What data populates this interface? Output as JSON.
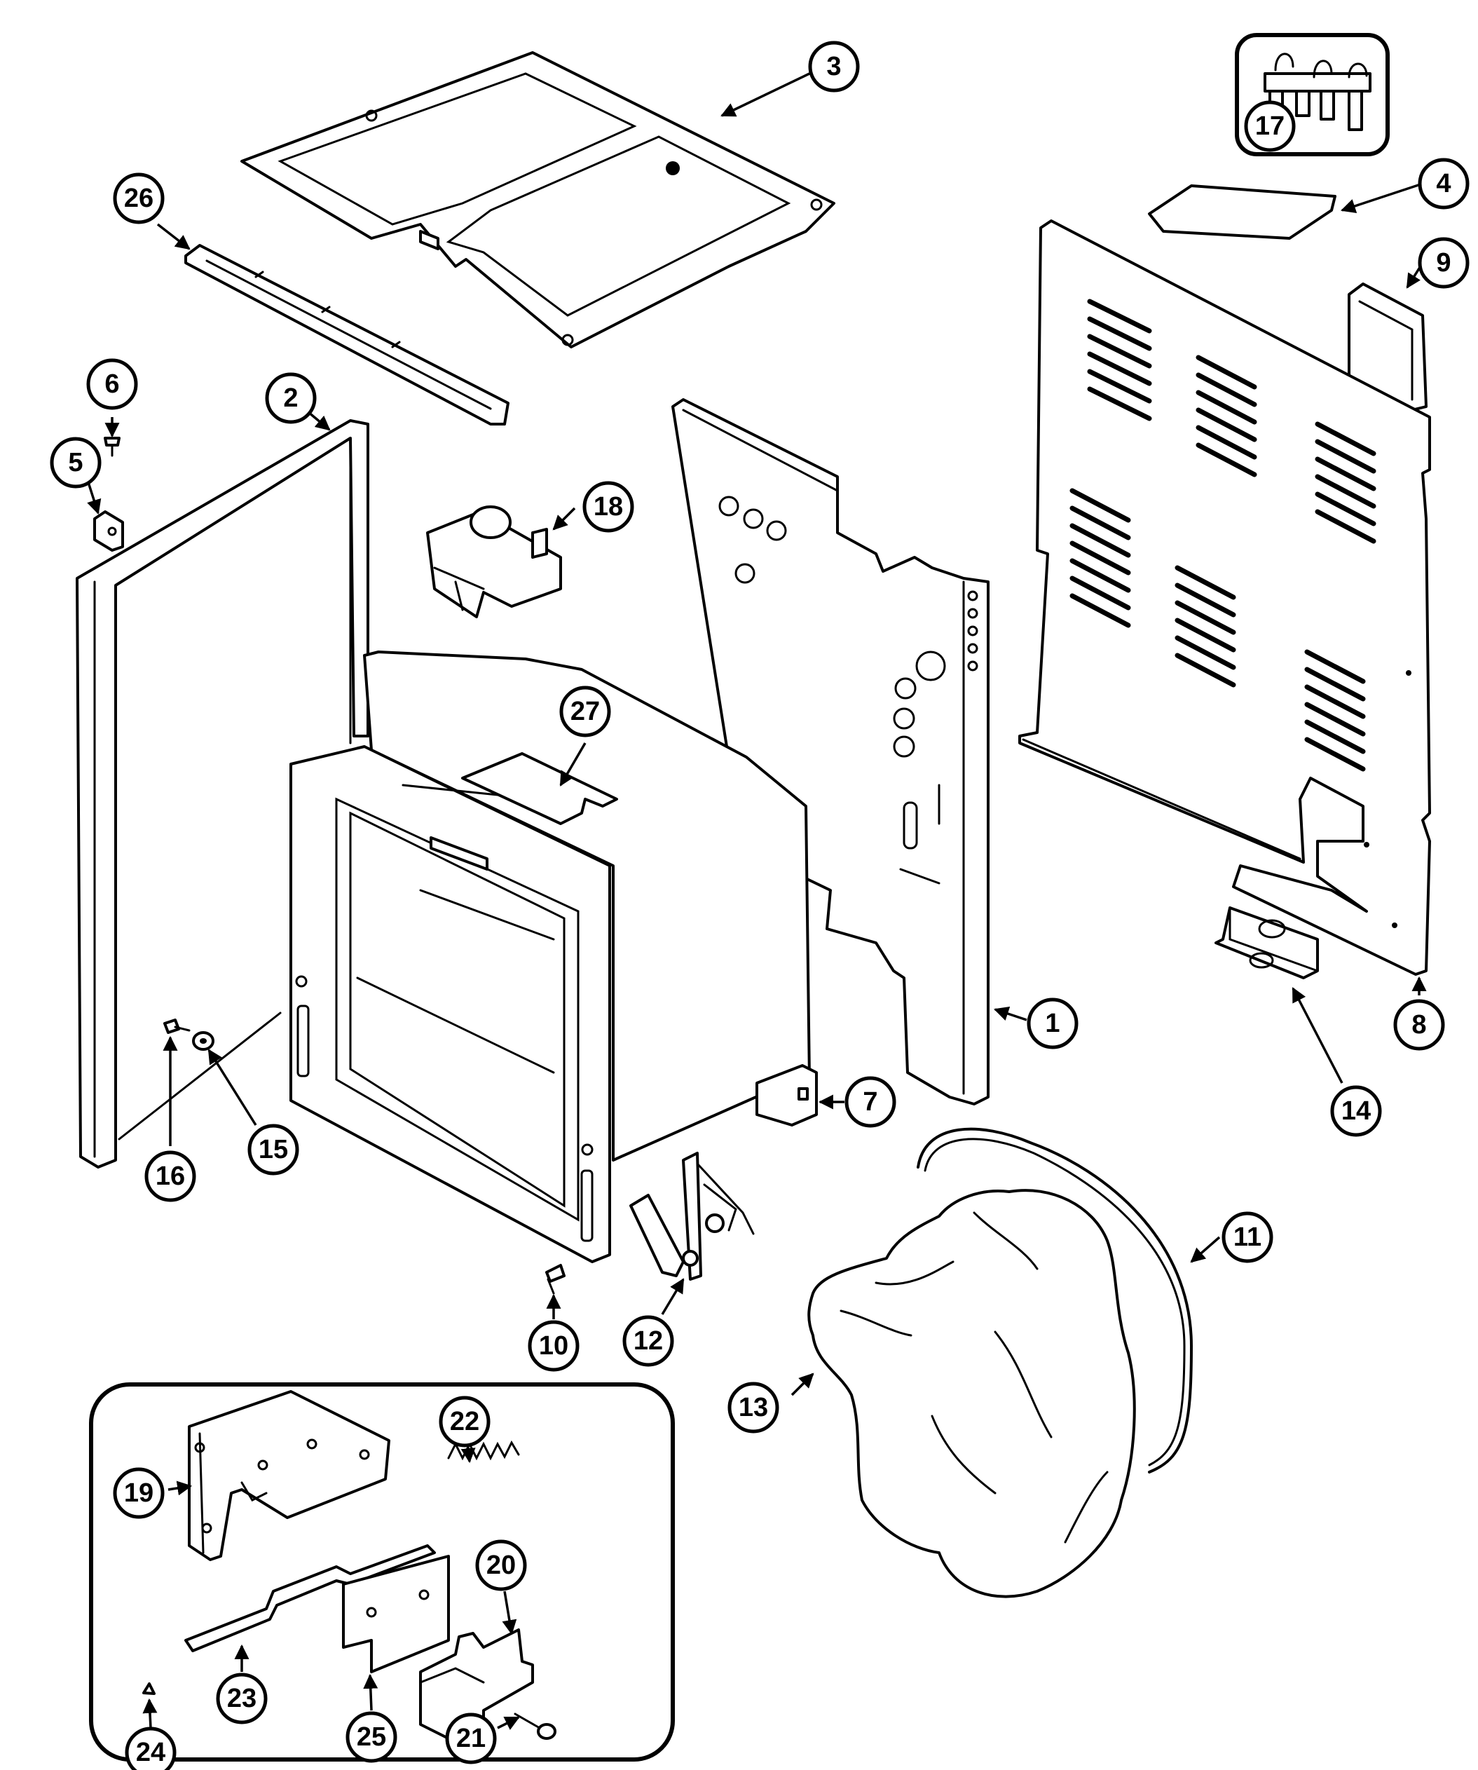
{
  "diagram": {
    "callouts": [
      {
        "id": "3",
        "label": "3"
      },
      {
        "id": "17",
        "label": "17"
      },
      {
        "id": "4",
        "label": "4"
      },
      {
        "id": "9",
        "label": "9"
      },
      {
        "id": "26",
        "label": "26"
      },
      {
        "id": "6",
        "label": "6"
      },
      {
        "id": "2",
        "label": "2"
      },
      {
        "id": "5",
        "label": "5"
      },
      {
        "id": "18",
        "label": "18"
      },
      {
        "id": "27",
        "label": "27"
      },
      {
        "id": "1",
        "label": "1"
      },
      {
        "id": "8",
        "label": "8"
      },
      {
        "id": "14",
        "label": "14"
      },
      {
        "id": "7",
        "label": "7"
      },
      {
        "id": "16",
        "label": "16"
      },
      {
        "id": "15",
        "label": "15"
      },
      {
        "id": "11",
        "label": "11"
      },
      {
        "id": "10",
        "label": "10"
      },
      {
        "id": "12",
        "label": "12"
      },
      {
        "id": "13",
        "label": "13"
      },
      {
        "id": "22",
        "label": "22"
      },
      {
        "id": "19",
        "label": "19"
      },
      {
        "id": "20",
        "label": "20"
      },
      {
        "id": "23",
        "label": "23"
      },
      {
        "id": "24",
        "label": "24"
      },
      {
        "id": "25",
        "label": "25"
      },
      {
        "id": "21",
        "label": "21"
      }
    ]
  }
}
